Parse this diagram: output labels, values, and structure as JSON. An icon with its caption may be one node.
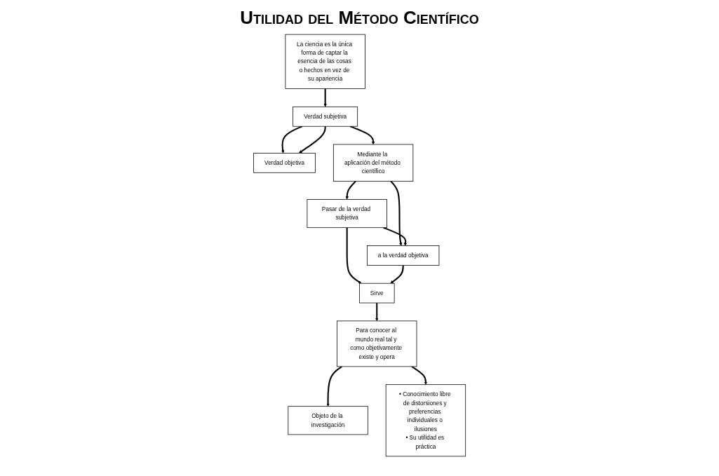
{
  "diagram": {
    "title": "Utilidad del Método Científico",
    "nodes": [
      {
        "text": [
          "La ciencia es la única forma de captar la esencia de las cosas o hechos en vez de su apariencia"
        ]
      },
      {
        "text": [
          "Verdad subjetiva"
        ]
      },
      {
        "text": [
          "Verdad objetiva"
        ]
      },
      {
        "text": [
          "Mediante la aplicación del método científico"
        ]
      },
      {
        "text": [
          "Pasar de la verdad subjetiva"
        ]
      },
      {
        "text": [
          "a la verdad objetiva"
        ]
      },
      {
        "text": [
          "Objeto de la investigación"
        ]
      },
      {
        "text": [
          "Sirve"
        ]
      },
      {
        "text": [
          "Para conocer al mundo real tal y como objetivamente existe y opera"
        ]
      },
      {
        "text": [
          "• Conocimiento libre de distorsiones y preferencias individuales o ilusiones",
          "• Su utilidad es práctica"
        ]
      }
    ],
    "edges": [
      {
        "from": 0,
        "to": 1,
        "arrow": "to"
      },
      {
        "from": 1,
        "to": 2,
        "arrow": "to"
      },
      {
        "from": 1,
        "to": 2,
        "arrow": "to"
      },
      {
        "from": 1,
        "to": 3,
        "arrow": "to"
      },
      {
        "from": 3,
        "to": 4,
        "arrow": "to"
      },
      {
        "from": 3,
        "to": 5,
        "arrow": "to"
      },
      {
        "from": 4,
        "to": 5,
        "arrow": "to"
      },
      {
        "from": 4,
        "to": 7,
        "arrow": "to"
      },
      {
        "from": 5,
        "to": 7,
        "arrow": "to"
      },
      {
        "from": 7,
        "to": 8,
        "arrow": "to"
      },
      {
        "from": 8,
        "to": 6,
        "arrow": "to"
      },
      {
        "from": 8,
        "to": 9,
        "arrow": "to"
      }
    ]
  }
}
